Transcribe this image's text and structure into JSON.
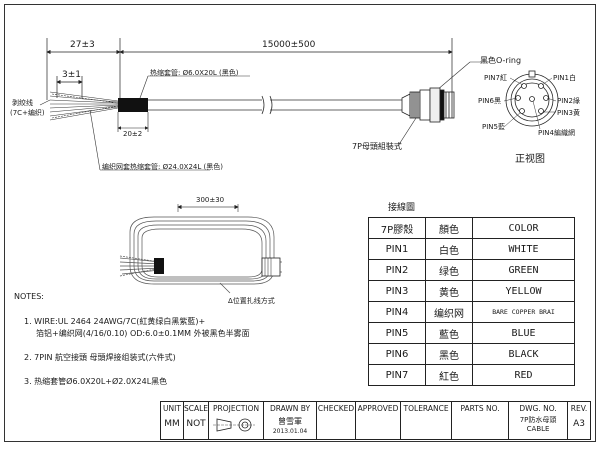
{
  "drawing": {
    "dim_top_left": "27±3",
    "dim_top_main": "15000±500",
    "dim_strip": "3±1",
    "label_strip_wire": "剥绞线",
    "label_strip_wire_sub": "(7C+编织)",
    "label_heat_shrink_6": "热缩套管: Ø6.0X20L (黑色)",
    "dim_sleeve": "20±2",
    "label_braid_shrink": "编织网套热缩套管: Ø24.0X24L (黑色)",
    "label_oring": "黑色O-ring",
    "label_connector": "7P母頭組裝式",
    "front_view_title": "正视图",
    "pin_labels": {
      "pin7": "PIN7紅",
      "pin1": "PIN1白",
      "pin6": "PIN6黑",
      "pin2": "PIN2綠",
      "pin5": "PIN5藍",
      "pin3": "PIN3黄",
      "pin4": "PIN4編織網"
    },
    "coil_dim": "300±30",
    "coil_label": "Δ位置扎线方式"
  },
  "pin_table": {
    "title": "接線圖",
    "header": [
      "7P膠殼",
      "顏色",
      "COLOR"
    ],
    "rows": [
      [
        "PIN1",
        "白色",
        "WHITE"
      ],
      [
        "PIN2",
        "绿色",
        "GREEN"
      ],
      [
        "PIN3",
        "黄色",
        "YELLOW"
      ],
      [
        "PIN4",
        "编织网",
        "BARE COPPER BRAI"
      ],
      [
        "PIN5",
        "藍色",
        "BLUE"
      ],
      [
        "PIN6",
        "黑色",
        "BLACK"
      ],
      [
        "PIN7",
        "紅色",
        "RED"
      ]
    ]
  },
  "notes": {
    "heading": "NOTES:",
    "n1_line1": "1. WIRE:UL 2464 24AWG/7C(紅黄绿白黑紫藍)+",
    "n1_line2": "箔铝+编织网(4/16/0.10) OD:6.0±0.1MM 外被黑色半雾面",
    "n2": "2. 7PIN 航空接頭 母頭焊接组装式(六件式)",
    "n3": "3. 热缩套管Ø6.0X20L+Ø2.0X24L黑色"
  },
  "title_block": {
    "unit_h": "UNIT",
    "unit_v": "MM",
    "scale_h": "SCALE",
    "scale_v": "NOT",
    "projection_h": "PROJECTION",
    "drawn_h": "DRAWN BY",
    "drawn_v": "曾雪軍",
    "drawn_date": "2013.01.04",
    "checked_h": "CHECKED",
    "approved_h": "APPROVED",
    "tolerance_h": "TOLERANCE",
    "parts_h": "PARTS NO.",
    "dwg_h": "DWG. NO.",
    "dwg_v1": "7P防水母頭",
    "dwg_v2": "CABLE",
    "rev_h": "REV.",
    "rev_v": "A3"
  }
}
